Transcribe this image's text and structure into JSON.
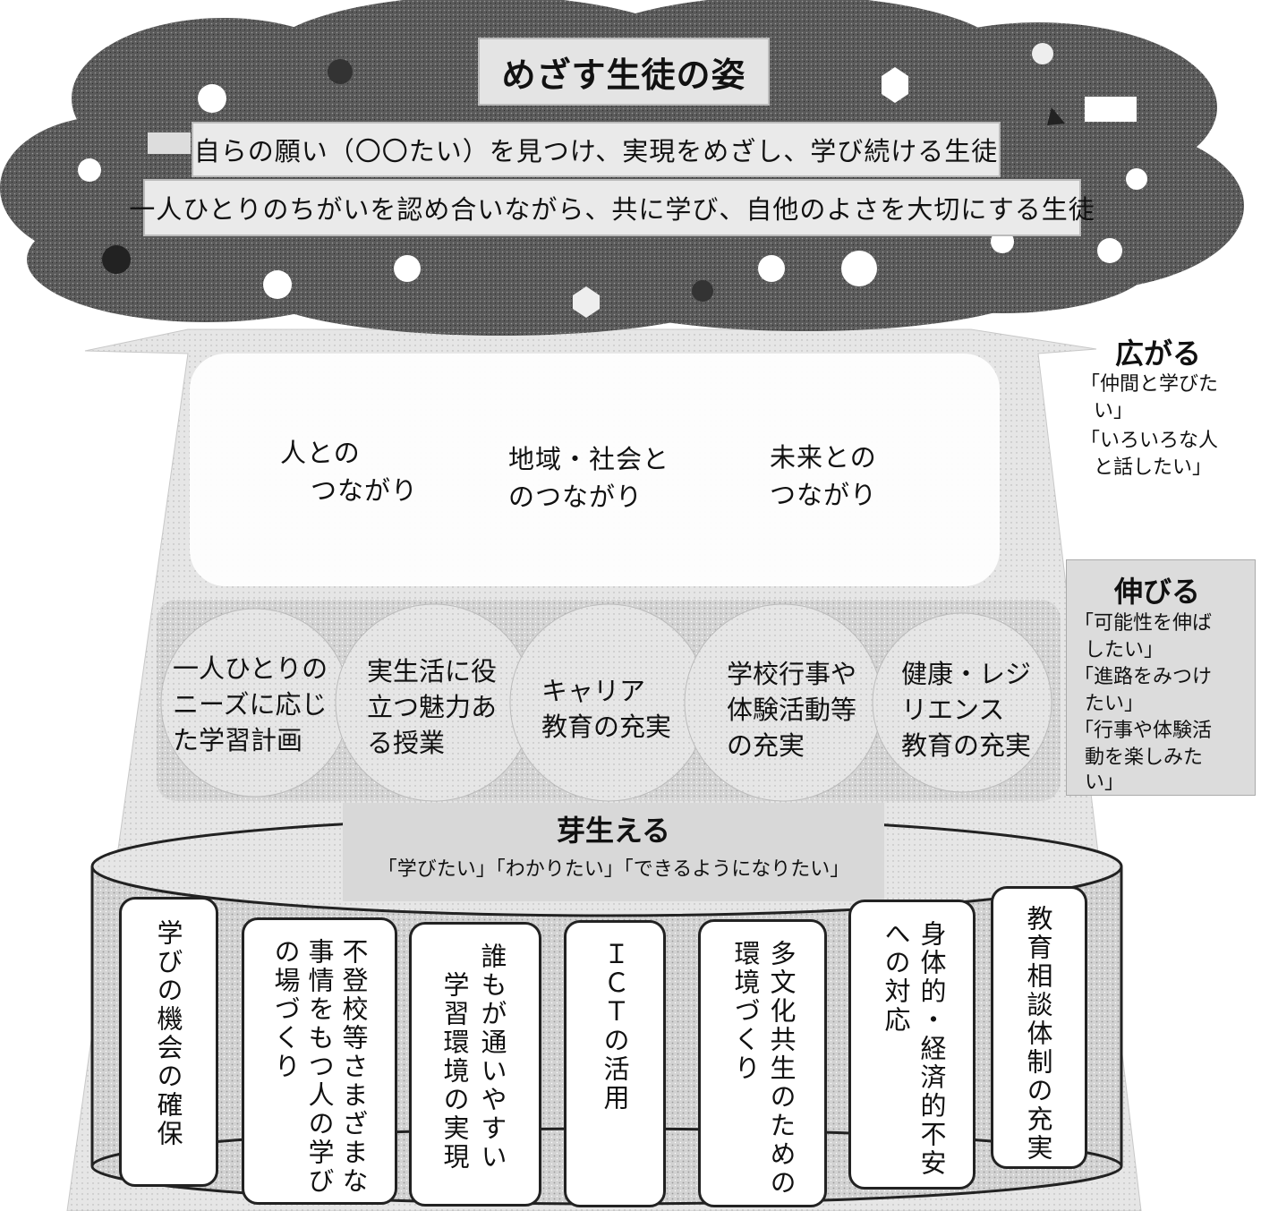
{
  "goal": {
    "title": "めざす生徒の姿",
    "line1": "自らの願い（〇〇たい）を見つけ、実現をめざし、学び続ける生徒",
    "line2": "一人ひとりのちがいを認め合いながら、共に学び、自他のよさを大切にする生徒"
  },
  "connections": [
    {
      "line1": "人との",
      "line2": "つながり"
    },
    {
      "line1": "地域・社会と",
      "line2": "のつながり"
    },
    {
      "line1": "未来との",
      "line2": "つながり"
    }
  ],
  "circles": [
    {
      "line1": "一人ひとりの",
      "line2": "ニーズに応じ",
      "line3": "た学習計画"
    },
    {
      "line1": "実生活に役",
      "line2": "立つ魅力あ",
      "line3": "る授業"
    },
    {
      "line1": "キャリア",
      "line2": "教育の充実",
      "line3": ""
    },
    {
      "line1": "学校行事や",
      "line2": "体験活動等",
      "line3": "の充実"
    },
    {
      "line1": "健康・レジ",
      "line2": "リエンス",
      "line3": "教育の充実"
    }
  ],
  "hirogaru": {
    "head": "広がる",
    "lines": [
      "「仲間と学びた",
      "い」",
      "「いろいろな人",
      "と話したい」"
    ]
  },
  "nobiru": {
    "head": "伸びる",
    "lines": [
      "「可能性を伸ば",
      "したい」",
      "「進路をみつけ",
      "たい」",
      "「行事や体験活",
      "動を楽しみた",
      "い」"
    ]
  },
  "mebaeru": {
    "head": "芽生える",
    "sub": "「学びたい」「わかりたい」「できるようになりたい」"
  },
  "pillars": [
    {
      "col1": "学びの機会の確保",
      "col2": "",
      "col3": ""
    },
    {
      "col1": "不登校等さまざまな",
      "col2": "事情をもつ人の学び",
      "col3": "の場づくり"
    },
    {
      "col1": "誰もが通いやすい",
      "col2": "学習環境の実現",
      "col3": ""
    },
    {
      "col1": "ＩＣＴの活用",
      "col2": "",
      "col3": ""
    },
    {
      "col1": "多文化共生のための",
      "col2": "環境づくり",
      "col3": ""
    },
    {
      "col1": "身体的・経済的不安",
      "col2": "への対応",
      "col3": ""
    },
    {
      "col1": "教育相談体制の充実",
      "col2": "",
      "col3": ""
    }
  ]
}
